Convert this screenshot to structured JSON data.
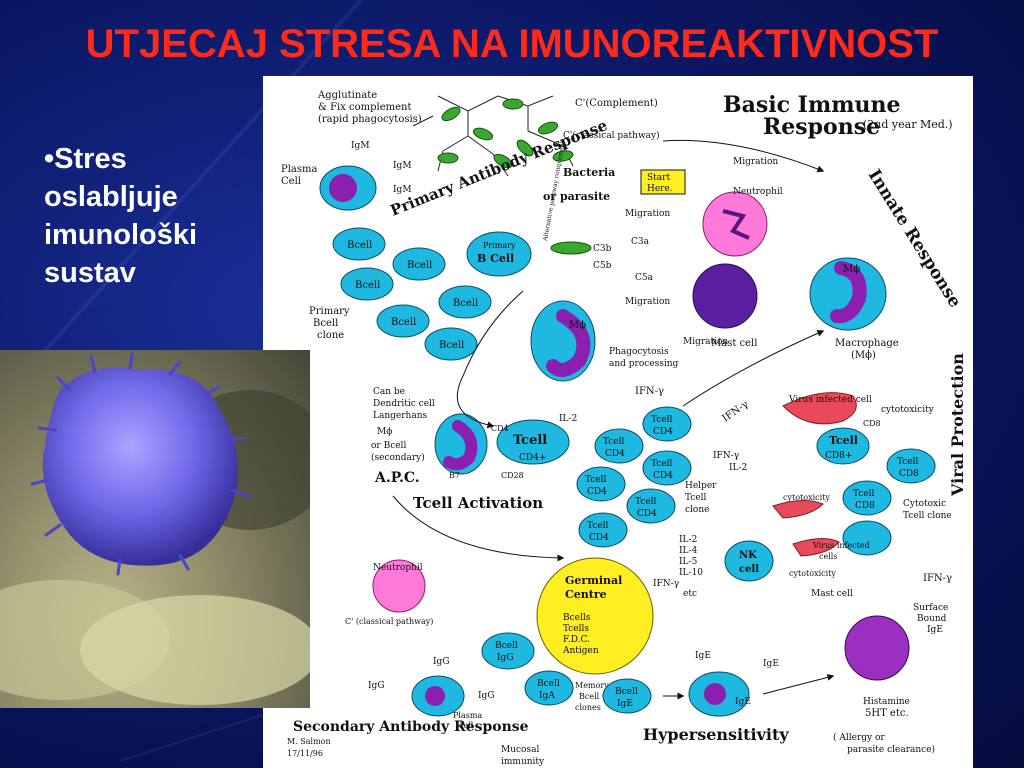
{
  "slide": {
    "title": "UTJECAJ STRESA NA IMUNOREAKTIVNOST",
    "bullet": {
      "marker": "•",
      "lines": [
        "Stres",
        "oslabljuje",
        "imunološki",
        "sustav"
      ]
    }
  },
  "diagram": {
    "title_line1": "Basic Immune",
    "title_line2": "Response",
    "title_note": "(2nd year Med.)",
    "innate_response": "Innate Response",
    "viral_protection": "Viral Protection",
    "primary_antibody_response": "Primary Antibody Response",
    "secondary_antibody_response": "Secondary Antibody Response",
    "tcell_activation": "Tcell Activation",
    "hypersensitivity": "Hypersensitivity",
    "start_here": [
      "Start",
      "Here."
    ],
    "bacteria": "Bacteria",
    "or_parasite": "or parasite",
    "alternative_pathway": "Alternative pathway complement",
    "agglutinate": [
      "Agglutinate",
      "& Fix complement",
      "(rapid phagocytosis)"
    ],
    "complement": "C'(Complement)",
    "classical_pathway": "C'(classical pathway)",
    "classical_pathway_lower": "C' (classical pathway)",
    "plasma_cell": [
      "Plasma",
      "Cell"
    ],
    "plasma_cell_lower": [
      "Plasma",
      "cell"
    ],
    "igm": "IgM",
    "igg": "IgG",
    "ige": "IgE",
    "bcell": "Bcell",
    "primary_bcell": [
      "Primary",
      "B Cell"
    ],
    "primary_bcell_clone": [
      "Primary",
      "Bcell",
      "clone"
    ],
    "c3b": "C3b",
    "c5b": "C5b",
    "c3a": "C3a",
    "c5a": "C5a",
    "migration": "Migration",
    "neutrophil": "Neutrophil",
    "mast_cell": "Mast cell",
    "macrophage": [
      "Macrophage",
      "(Mϕ)"
    ],
    "m_phi": "Mϕ",
    "phagocytosis": [
      "Phagocytosis",
      "and processing"
    ],
    "ifn_gamma": "IFN-γ",
    "il2": "IL-2",
    "apc_notes": [
      "Can be",
      "Dendritic cell",
      "Langerhans",
      "Mϕ",
      "or Bcell",
      "(secondary)"
    ],
    "apc": "A.P.C.",
    "cd4": "CD4",
    "cd4_plus": "CD4+",
    "cd8_plus": "CD8+",
    "cd8": "CD8",
    "b7": "B7",
    "cd28": "CD28",
    "tcell": "Tcell",
    "tcell_cd4": [
      "Tcell",
      "CD4"
    ],
    "tcell_cd8": [
      "Tcell",
      "CD8"
    ],
    "helper_clone": [
      "Helper",
      "Tcell",
      "clone"
    ],
    "cytotoxic_clone": [
      "Cytotoxic",
      "Tcell clone"
    ],
    "virus_infected_cell": "Virus infected cell",
    "virus_infected_cells": [
      "Virus infected",
      "cells"
    ],
    "cytotoxicity": "cytotoxicity",
    "il_list": [
      "IL-2",
      "IL-4",
      "IL-5",
      "IL-10",
      "IFN-γ",
      "etc"
    ],
    "nk_cell": [
      "NK",
      "cell"
    ],
    "germinal_centre": [
      "Germinal",
      "Centre"
    ],
    "germinal_contents": [
      "Bcells",
      "Tcells",
      "F.D.C.",
      "Antigen"
    ],
    "bcell_igg": [
      "Bcell",
      "IgG"
    ],
    "bcell_iga": [
      "Bcell",
      "IgA"
    ],
    "bcell_ige": [
      "Bcell",
      "IgE"
    ],
    "memory_bcell": [
      "Memory",
      "Bcell",
      "clones"
    ],
    "mucosal": [
      "Mucosal",
      "immunity"
    ],
    "surface_bound": [
      "Surface",
      "Bound",
      "IgE"
    ],
    "histamine": [
      "Histamine",
      "5HT etc."
    ],
    "allergy": [
      "( Allergy or",
      "parasite clearance)"
    ],
    "signature": [
      "M. Salmon",
      "17/11/96"
    ]
  },
  "colors": {
    "background": "#0a1660",
    "title": "#ff2a1a",
    "bullet_text": "#ffffff",
    "cell_blue": "#1fb8e0",
    "nucleus_purple": "#8a1fb0",
    "neutrophil_pink": "#ff7ad8",
    "germinal_yellow": "#ffee22",
    "complement_green": "#3aa830",
    "virus_red": "#e84a5a"
  }
}
